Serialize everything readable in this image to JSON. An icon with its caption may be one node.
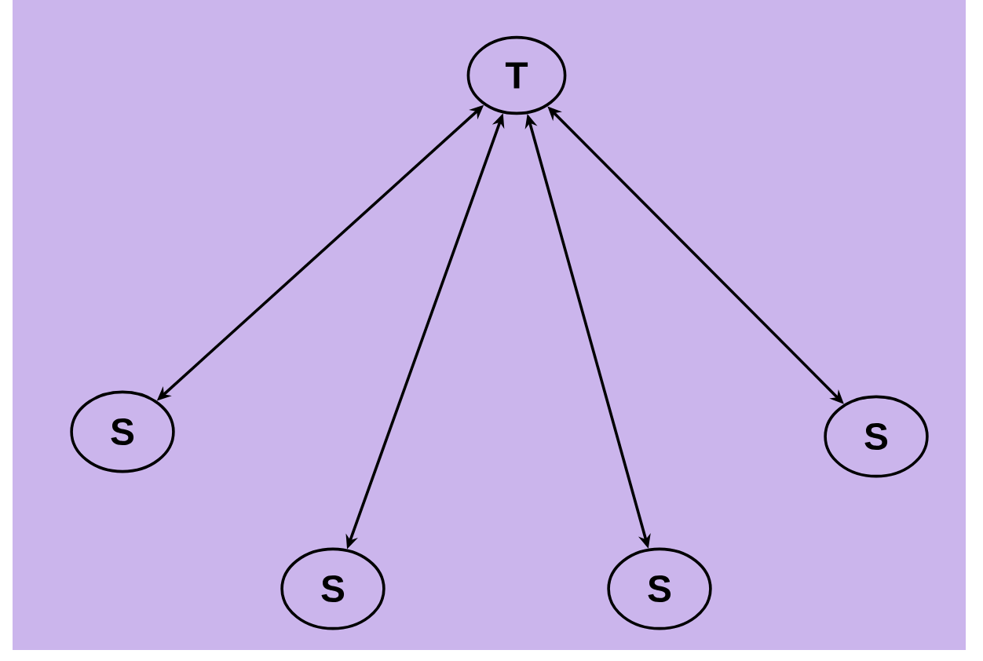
{
  "diagram": {
    "nodes": [
      {
        "text": [
          "T"
        ]
      },
      {
        "text": [
          "S"
        ]
      },
      {
        "text": [
          "S"
        ]
      },
      {
        "text": [
          "S"
        ]
      },
      {
        "text": [
          "S"
        ]
      }
    ],
    "edges": [
      {
        "from": 0,
        "to": 1,
        "arrow": "both"
      },
      {
        "from": 0,
        "to": 2,
        "arrow": "both"
      },
      {
        "from": 0,
        "to": 3,
        "arrow": "both"
      },
      {
        "from": 0,
        "to": 4,
        "arrow": "both"
      }
    ]
  }
}
